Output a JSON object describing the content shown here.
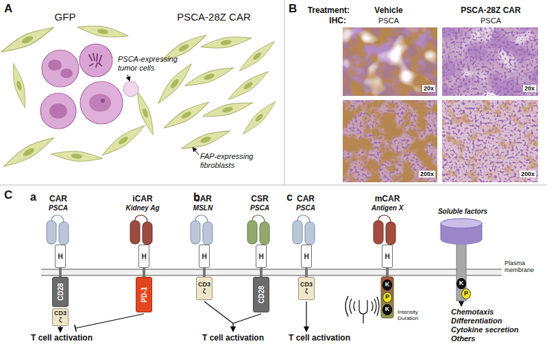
{
  "diagram": {
    "nodes": [
      {
        "text": [
          "H"
        ]
      },
      {
        "text": [
          "CD28"
        ]
      },
      {
        "text": [
          "CD3 ζ"
        ]
      },
      {
        "text": [
          "H"
        ]
      },
      {
        "text": [
          "PD-1"
        ]
      },
      {
        "text": [
          "H"
        ]
      },
      {
        "text": [
          "CD3 ζ"
        ]
      },
      {
        "text": [
          "H"
        ]
      },
      {
        "text": [
          "CD28"
        ]
      },
      {
        "text": [
          "H"
        ]
      },
      {
        "text": [
          "CD3 ζ"
        ]
      },
      {
        "text": [
          "H"
        ]
      },
      {
        "text": [
          "K"
        ]
      },
      {
        "text": [
          "P"
        ]
      },
      {
        "text": [
          "K"
        ]
      },
      {
        "text": [
          "K"
        ]
      },
      {
        "text": [
          "P"
        ]
      }
    ],
    "labels": [
      "A",
      "GFP",
      "PSCA-28Z CAR",
      "PSCA-expressing tumor cells",
      "FAP-expressing fibroblasts",
      "B",
      "Treatment:",
      "Vehicle",
      "PSCA-28Z CAR",
      "IHC:",
      "PSCA",
      "PSCA",
      "20x",
      "20x",
      "200x",
      "200x",
      "C",
      "a",
      "CAR",
      "PSCA",
      "iCAR",
      "Kidney Ag",
      "T cell activation",
      "b",
      "CAR",
      "MSLN",
      "CSR",
      "PSCA",
      "T cell activation",
      "c",
      "CAR",
      "PSCA",
      "mCAR",
      "Antigen X",
      "Soluble factors",
      "Plasma membrane",
      "Intensity Duration",
      "T cell activation",
      "Chemotaxis",
      "Differentiation",
      "Cytokine secretion",
      "Others"
    ]
  }
}
